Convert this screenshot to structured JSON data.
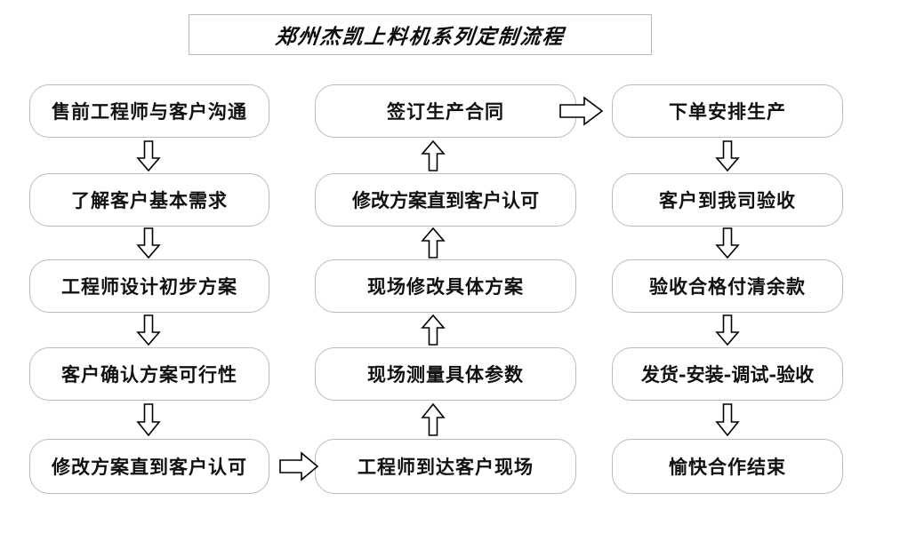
{
  "diagram": {
    "title": "郑州杰凯上料机系列定制流程",
    "type": "flowchart",
    "columns": [
      {
        "id": "column-left",
        "direction": "top-to-bottom",
        "nodes": [
          "售前工程师与客户沟通",
          "了解客户基本需求",
          "工程师设计初步方案",
          "客户确认方案可行性",
          "修改方案直到客户认可"
        ]
      },
      {
        "id": "column-middle",
        "direction": "bottom-to-top",
        "nodes": [
          "签订生产合同",
          "修改方案直到客户认可",
          "现场修改具体方案",
          "现场测量具体参数",
          "工程师到达客户现场"
        ]
      },
      {
        "id": "column-right",
        "direction": "top-to-bottom",
        "nodes": [
          "下单安排生产",
          "客户到我司验收",
          "验收合格付清余款",
          "发货-安装-调试-验收",
          "愉快合作结束"
        ]
      }
    ],
    "connectors": [
      {
        "name": "arrow-left-1-2",
        "direction": "down"
      },
      {
        "name": "arrow-left-2-3",
        "direction": "down"
      },
      {
        "name": "arrow-left-3-4",
        "direction": "down"
      },
      {
        "name": "arrow-left-4-5",
        "direction": "down"
      },
      {
        "name": "arrow-left-to-middle",
        "direction": "right"
      },
      {
        "name": "arrow-middle-5-4",
        "direction": "up"
      },
      {
        "name": "arrow-middle-4-3",
        "direction": "up"
      },
      {
        "name": "arrow-middle-3-2",
        "direction": "up"
      },
      {
        "name": "arrow-middle-2-1",
        "direction": "up"
      },
      {
        "name": "arrow-middle-to-right",
        "direction": "right"
      },
      {
        "name": "arrow-right-1-2",
        "direction": "down"
      },
      {
        "name": "arrow-right-2-3",
        "direction": "down"
      },
      {
        "name": "arrow-right-3-4",
        "direction": "down"
      },
      {
        "name": "arrow-right-4-5",
        "direction": "down"
      }
    ],
    "colors": {
      "background": "#ffffff",
      "node_border": "#bcbcbc",
      "title_border": "#b9b9b9",
      "text": "#111111",
      "arrow_stroke": "#000000",
      "arrow_fill": "#ffffff"
    }
  }
}
